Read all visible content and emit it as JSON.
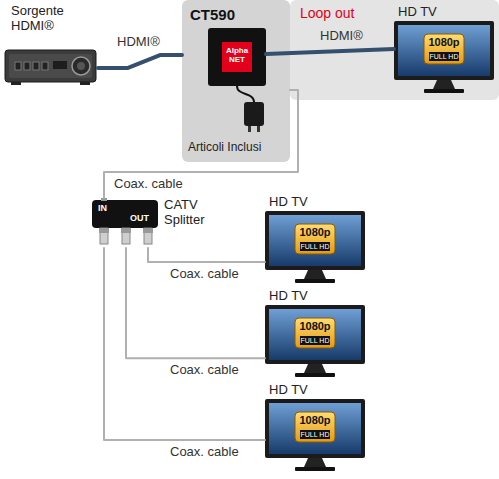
{
  "diagram": {
    "nodes": [
      {
        "text": [
          "Sorgente HDMI®"
        ]
      },
      {
        "text": [
          "CT590",
          "Articoli Inclusi"
        ]
      },
      {
        "text": [
          "Alpha NET"
        ],
        "in": 1
      },
      {
        "text": [
          "Loop out"
        ]
      },
      {
        "text": [
          "HD TV",
          "1080p",
          "FULL HD"
        ],
        "in": 3
      },
      {
        "text": [
          "CATV Splitter",
          "IN",
          "OUT"
        ]
      },
      {
        "text": [
          "HD TV",
          "1080p",
          "FULL HD"
        ]
      },
      {
        "text": [
          "HD TV",
          "1080p",
          "FULL HD"
        ]
      },
      {
        "text": [
          "HD TV",
          "1080p",
          "FULL HD"
        ]
      }
    ],
    "edges": [
      {
        "from": 0,
        "to": 1,
        "arrow": "none",
        "label": "HDMI®"
      },
      {
        "from": 2,
        "to": 4,
        "arrow": "none",
        "label": "HDMI®"
      },
      {
        "from": 1,
        "to": 5,
        "arrow": "none",
        "label": "Coax. cable"
      },
      {
        "from": 5,
        "to": 6,
        "arrow": "none",
        "label": "Coax. cable"
      },
      {
        "from": 5,
        "to": 7,
        "arrow": "none",
        "label": "Coax. cable"
      },
      {
        "from": 5,
        "to": 8,
        "arrow": "none",
        "label": "Coax. cable"
      }
    ]
  }
}
